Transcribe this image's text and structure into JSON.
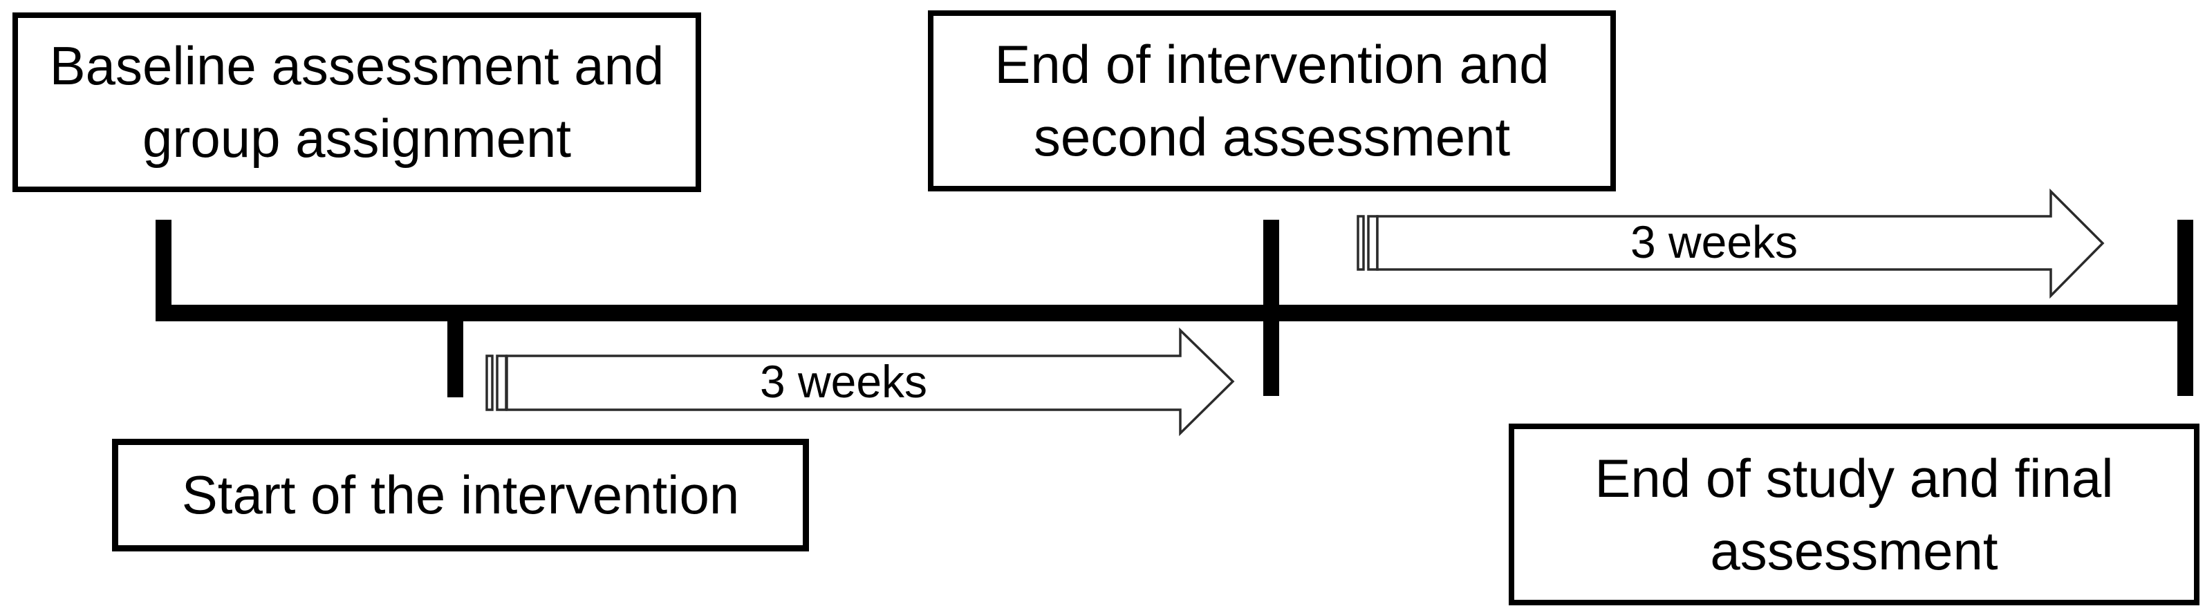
{
  "figure": {
    "description": "Study design timeline with assessments and two 3-week intervals",
    "background_color": "#ffffff",
    "ink_color": "#000000",
    "arrow_outline_color": "#2b2b2b",
    "boxes": {
      "baseline": {
        "label": "Baseline assessment and\ngroup assignment"
      },
      "end_intervention": {
        "label": "End of intervention and\nsecond assessment"
      },
      "start_intervention": {
        "label": "Start of the intervention"
      },
      "end_study": {
        "label": "End of study and final\nassessment"
      }
    },
    "arrows": {
      "first": {
        "label": "3 weeks"
      },
      "second": {
        "label": "3 weeks"
      }
    }
  }
}
